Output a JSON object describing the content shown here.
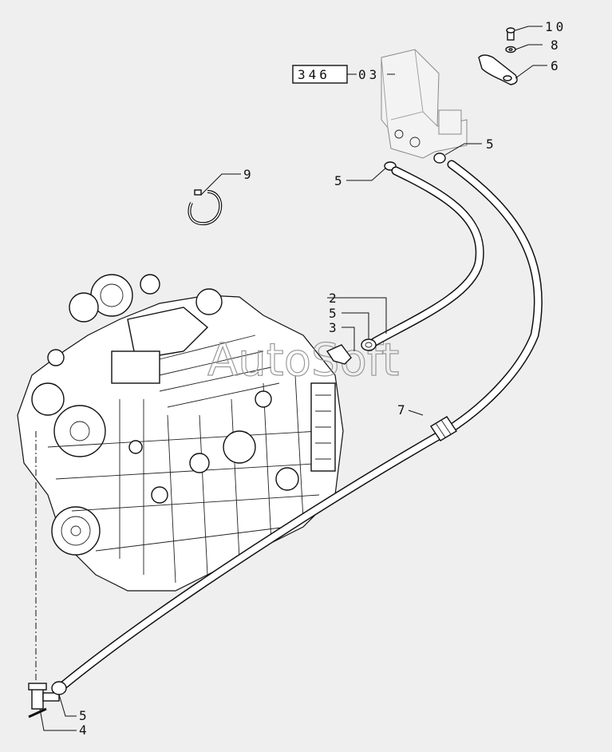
{
  "diagram": {
    "reference_box": "346",
    "reference_suffix": "03",
    "watermark": "AutoSoft",
    "callouts": [
      {
        "id": "c10",
        "text": "10"
      },
      {
        "id": "c8",
        "text": "8"
      },
      {
        "id": "c6",
        "text": "6"
      },
      {
        "id": "c5a",
        "text": "5"
      },
      {
        "id": "c5b",
        "text": "5"
      },
      {
        "id": "c9",
        "text": "9"
      },
      {
        "id": "c2",
        "text": "2"
      },
      {
        "id": "c5c",
        "text": "5"
      },
      {
        "id": "c3",
        "text": "3"
      },
      {
        "id": "c7",
        "text": "7"
      },
      {
        "id": "c5d",
        "text": "5"
      },
      {
        "id": "c4",
        "text": "4"
      }
    ]
  }
}
